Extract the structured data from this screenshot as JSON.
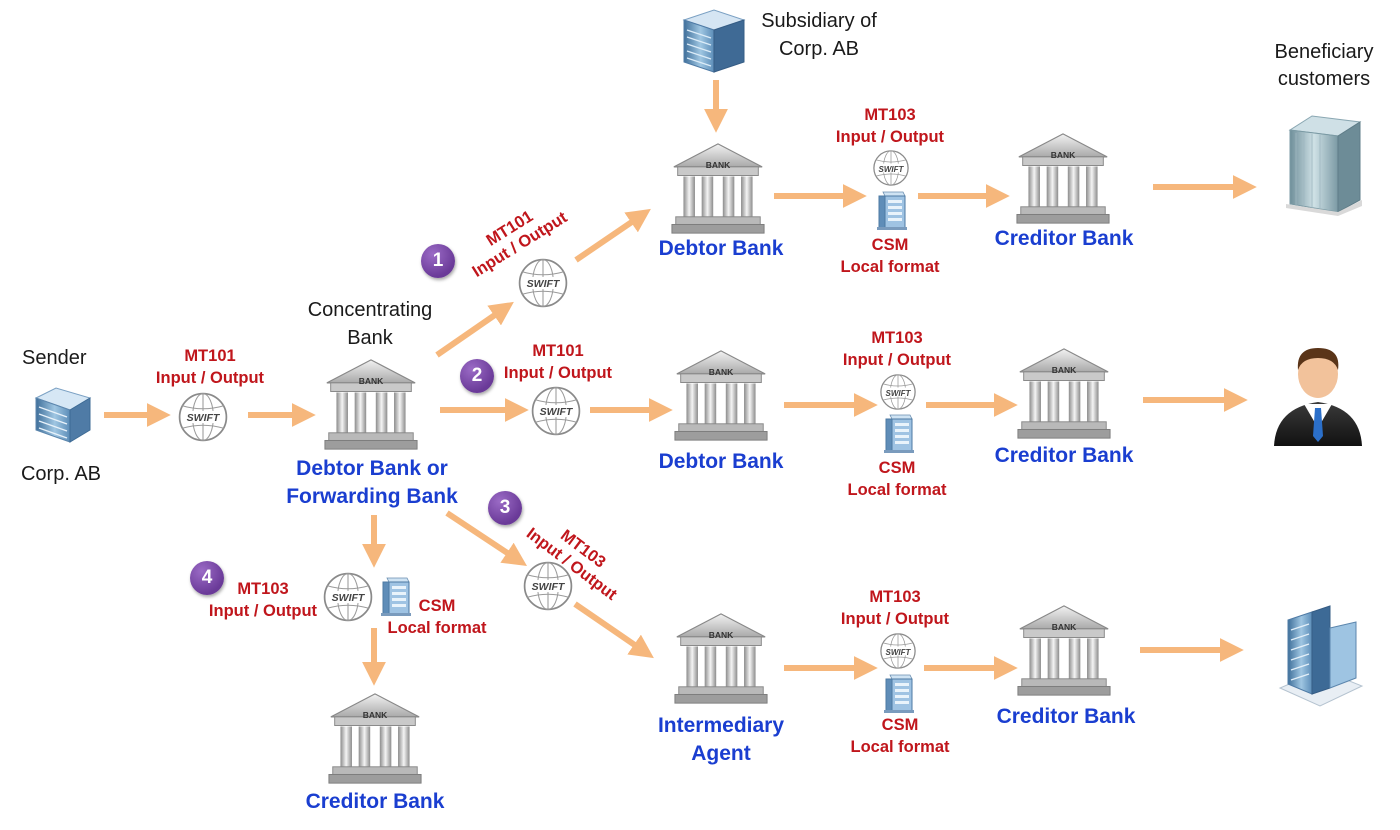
{
  "sender": {
    "title": "Sender",
    "name": "Corp. AB"
  },
  "subsidiary": {
    "line1": "Subsidiary of",
    "line2": "Corp. AB"
  },
  "beneficiary": {
    "line1": "Beneficiary",
    "line2": "customers"
  },
  "concentrating": {
    "line1": "Concentrating",
    "line2": "Bank",
    "role1": "Debtor Bank or",
    "role2": "Forwarding Bank"
  },
  "swift_word": "SWIFT",
  "bank_word": "BANK",
  "messages": {
    "mt101": "MT101",
    "mt103": "MT103",
    "io": "Input / Output",
    "csm": "CSM",
    "local": "Local format"
  },
  "banks": {
    "debtor": "Debtor Bank",
    "creditor": "Creditor Bank",
    "intermediary1": "Intermediary",
    "intermediary2": "Agent"
  },
  "routes": [
    "1",
    "2",
    "3",
    "4"
  ],
  "colors": {
    "arrow": "#f6b77c",
    "bank_blue": "#1a3ed0",
    "msg_red": "#c0161c",
    "badge": "#6a3a98"
  }
}
